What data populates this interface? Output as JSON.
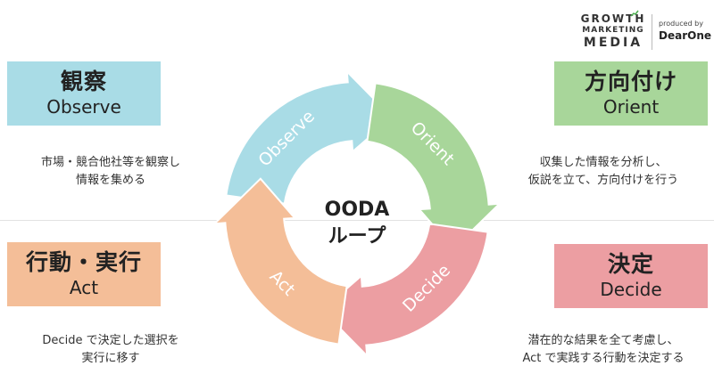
{
  "logo": {
    "line1": "GROWTH",
    "line2": "MARKETING",
    "line3": "MEDIA",
    "produced_by": "produced by",
    "brand": "DearOne"
  },
  "center": {
    "line1": "OODA",
    "line2": "ループ"
  },
  "phases": [
    {
      "id": "observe",
      "jp": "観察",
      "en": "Observe",
      "cycle_label": "Observe",
      "color": "#a9dce6",
      "description": [
        "市場・競合他社等を観察し",
        "情報を集める"
      ]
    },
    {
      "id": "orient",
      "jp": "方向付け",
      "en": "Orient",
      "cycle_label": "Orient",
      "color": "#a8d69a",
      "description": [
        "収集した情報を分析し、",
        "仮説を立て、方向付けを行う"
      ]
    },
    {
      "id": "decide",
      "jp": "決定",
      "en": "Decide",
      "cycle_label": "Decide",
      "color": "#ec9ea2",
      "description": [
        "潜在的な結果を全て考慮し、",
        "Act で実践する行動を決定する"
      ]
    },
    {
      "id": "act",
      "jp": "行動・実行",
      "en": "Act",
      "cycle_label": "Act",
      "color": "#f4be98",
      "description": [
        "Decide で決定した選択を",
        "実行に移す"
      ]
    }
  ],
  "colors": {
    "divider": "#e2e2e2",
    "text": "#222222"
  }
}
